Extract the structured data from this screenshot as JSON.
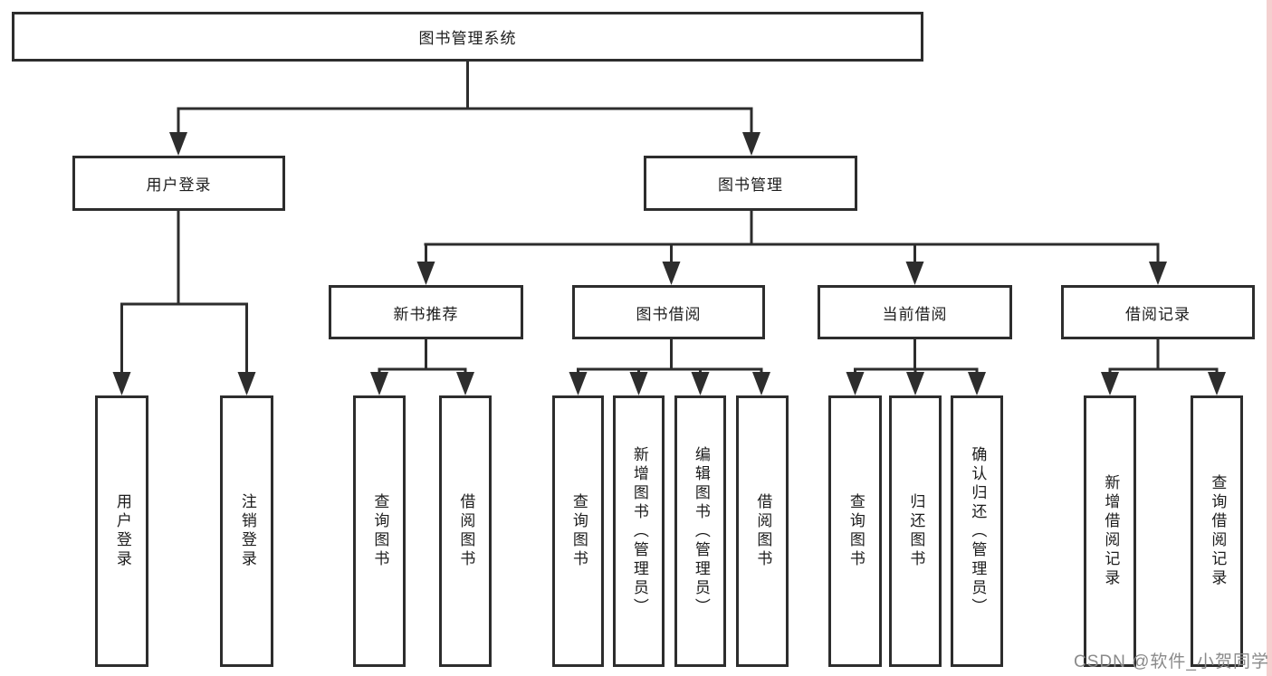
{
  "diagram": {
    "root_label": "图书管理系统",
    "branches": [
      {
        "label": "用户登录",
        "leaves": [
          "用户登录",
          "注销登录"
        ]
      },
      {
        "label": "图书管理",
        "groups": [
          {
            "label": "新书推荐",
            "leaves": [
              "查询图书",
              "借阅图书"
            ]
          },
          {
            "label": "图书借阅",
            "leaves": [
              "查询图书",
              "新增图书（管理员）",
              "编辑图书（管理员）",
              "借阅图书"
            ]
          },
          {
            "label": "当前借阅",
            "leaves": [
              "查询图书",
              "归还图书",
              "确认归还（管理员）"
            ]
          },
          {
            "label": "借阅记录",
            "leaves": [
              "新增借阅记录",
              "查询借阅记录"
            ]
          }
        ]
      }
    ]
  },
  "watermark": {
    "text": "CSDN @软件_小贺同学"
  },
  "colors": {
    "line": "#2d2d2d",
    "text": "#1d1d1d",
    "background": "#ffffff",
    "watermark": "#8a8a8a",
    "right_edge_strip": "#f5cfcf"
  }
}
